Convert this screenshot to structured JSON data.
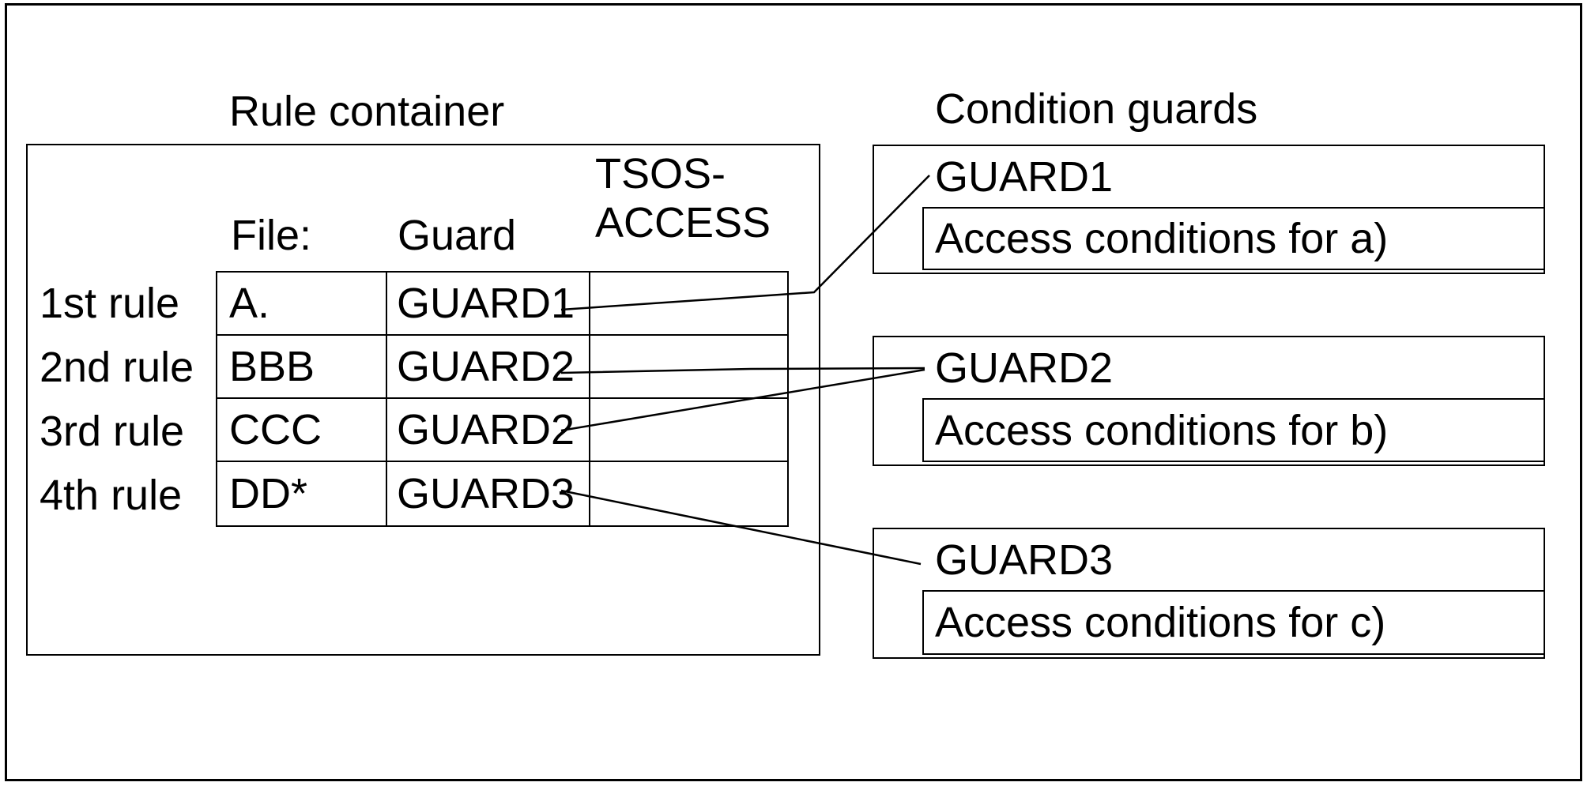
{
  "diagram": {
    "rule_container": {
      "title": "Rule container",
      "column_headers": {
        "file": "File:",
        "guard": "Guard",
        "tsos_line1": "TSOS-",
        "tsos_line2": "ACCESS"
      },
      "rows": [
        {
          "label": "1st rule",
          "file": "A.",
          "guard": "GUARD1",
          "tsos": ""
        },
        {
          "label": "2nd rule",
          "file": "BBB",
          "guard": "GUARD2",
          "tsos": ""
        },
        {
          "label": "3rd rule",
          "file": "CCC",
          "guard": "GUARD2",
          "tsos": ""
        },
        {
          "label": "4th rule",
          "file": "DD*",
          "guard": "GUARD3",
          "tsos": ""
        }
      ]
    },
    "condition_guards": {
      "title": "Condition guards",
      "guards": [
        {
          "name": "GUARD1",
          "condition": "Access conditions for a)"
        },
        {
          "name": "GUARD2",
          "condition": "Access conditions for b)"
        },
        {
          "name": "GUARD3",
          "condition": "Access conditions for c)"
        }
      ]
    },
    "connections": [
      {
        "from": "1st rule GUARD1",
        "to": "GUARD1"
      },
      {
        "from": "2nd rule GUARD2",
        "to": "GUARD2"
      },
      {
        "from": "3rd rule GUARD2",
        "to": "GUARD2"
      },
      {
        "from": "4th rule GUARD3",
        "to": "GUARD3"
      }
    ],
    "colors": {
      "background": "#ffffff",
      "line": "#000000",
      "text": "#000000"
    }
  }
}
